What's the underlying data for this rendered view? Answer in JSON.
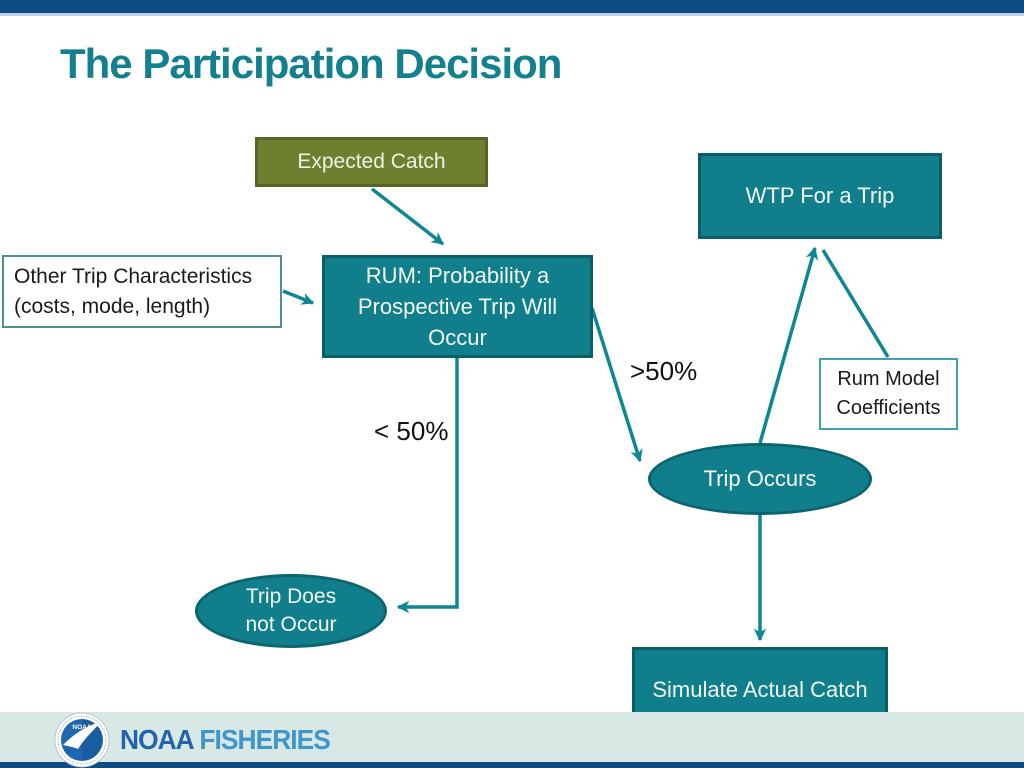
{
  "slide": {
    "title": "The Participation Decision",
    "colors": {
      "top_bar": "#0D4B80",
      "title_teal": "#14808F",
      "node_teal_fill": "#107F8B",
      "node_teal_border": "#0A5E69",
      "node_olive_fill": "#6E7F30",
      "node_olive_border": "#566526",
      "arrow_teal": "#0E8694",
      "footer_band": "#D8E8E4",
      "bottom_strip": "#0D4B80"
    }
  },
  "diagram": {
    "nodes": {
      "expected_catch": {
        "label": "Expected Catch"
      },
      "wtp": {
        "label": "WTP For a Trip"
      },
      "other_trip": {
        "label": "Other Trip Characteristics\n(costs, mode, length)"
      },
      "rum": {
        "label": "RUM: Probability a\nProspective Trip Will\nOccur"
      },
      "rum_coefficients": {
        "label": "Rum Model\nCoefficients"
      },
      "trip_occurs": {
        "label": "Trip Occurs"
      },
      "trip_does_not_occur": {
        "label": "Trip Does\nnot Occur"
      },
      "simulate_actual_catch": {
        "label": "Simulate Actual Catch"
      }
    },
    "edge_labels": {
      "gt50": ">50%",
      "lt50": "< 50%"
    }
  },
  "footer": {
    "wordmark_noaa": "NOAA",
    "wordmark_fisheries": "FISHERIES",
    "emblem_text": "NOAA"
  }
}
